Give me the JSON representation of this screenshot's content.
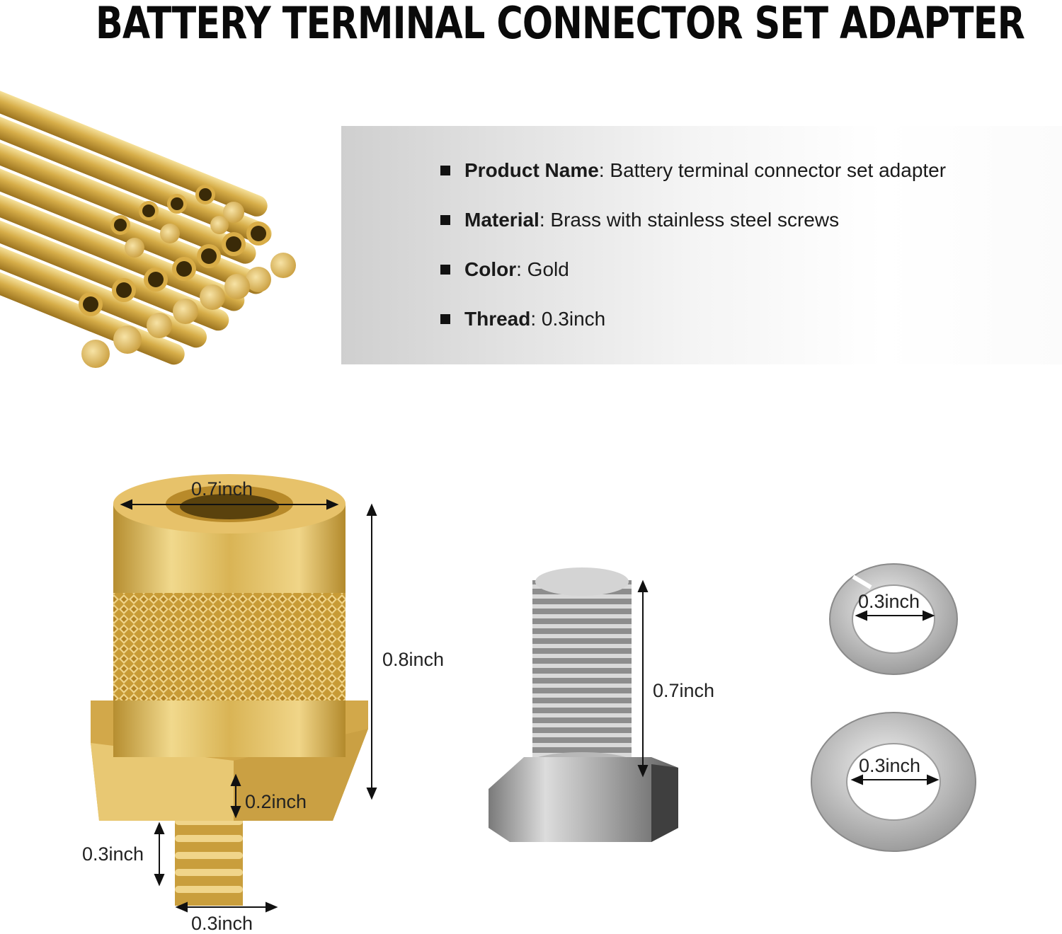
{
  "title": "BATTERY TERMINAL CONNECTOR SET ADAPTER",
  "specs": [
    {
      "key": "Product Name",
      "value": "Battery terminal connector set adapter"
    },
    {
      "key": "Material",
      "value": "Brass with stainless steel screws"
    },
    {
      "key": "Color",
      "value": "Gold"
    },
    {
      "key": "Thread",
      "value": "0.3inch"
    }
  ],
  "dimensions": {
    "adapter_top_width": "0.7inch",
    "adapter_height": "0.8inch",
    "adapter_hex_height": "0.2inch",
    "adapter_thread_length": "0.3inch",
    "adapter_thread_width": "0.3inch",
    "bolt_length": "0.7inch",
    "spring_washer_diameter": "0.3inch",
    "flat_washer_diameter": "0.3inch"
  },
  "colors": {
    "brass": "#d8b252",
    "brass_light": "#f3dc95",
    "brass_dark": "#a07a22",
    "steel": "#b5b5b5",
    "steel_dark": "#6f6f6f"
  }
}
